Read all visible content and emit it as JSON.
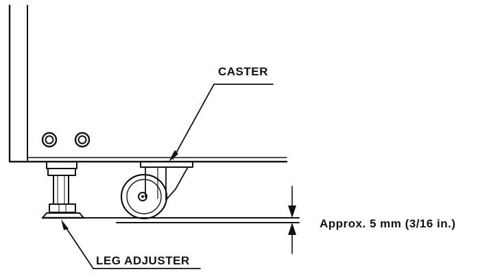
{
  "labels": {
    "caster": "CASTER",
    "leg_adjuster": "LEG ADJUSTER",
    "clearance": "Approx. 5 mm (3/16 in.)"
  }
}
